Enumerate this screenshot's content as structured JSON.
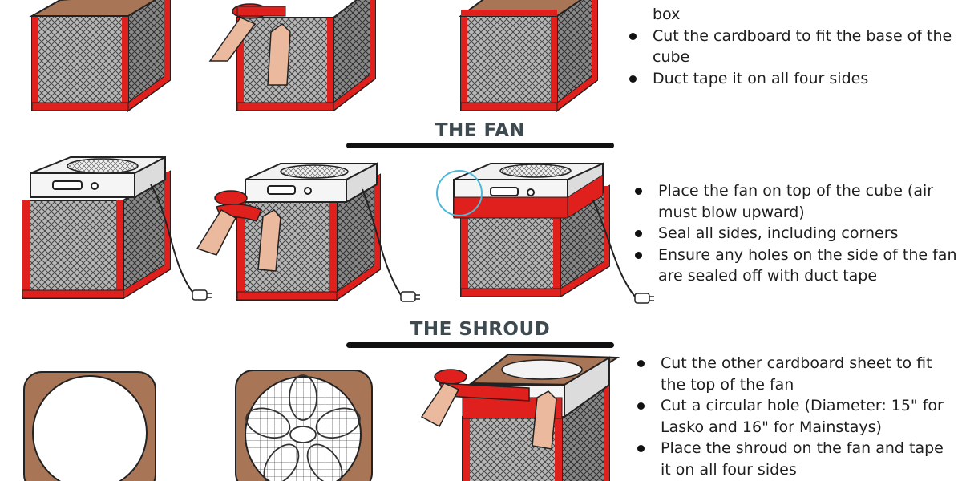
{
  "sections": {
    "base": {
      "continuation_text": "box",
      "bullets": [
        "Cut the cardboard to fit the base of the cube",
        "Duct tape it on all four sides"
      ]
    },
    "fan": {
      "title": "THE FAN",
      "bullets": [
        "Place the fan on top of the cube (air must blow upward)",
        "Seal all sides, including corners",
        "Ensure any holes on the side of the fan are sealed off with duct tape"
      ]
    },
    "shroud": {
      "title": "THE SHROUD",
      "bullets": [
        "Cut the other cardboard sheet to fit the top of the fan",
        "Cut a circular hole (Diameter: 15\" for Lasko and 16\" for Mainstays)",
        "Place the shroud on the fan and tape it on all four sides"
      ]
    }
  },
  "colors": {
    "tape_red": "#e0201c",
    "cardboard_brown": "#a87656",
    "mesh_gray": "#8d8d8d",
    "heading_gray": "#3d4a50",
    "rule_black": "#111111",
    "highlight_circle": "#4fb8d8"
  }
}
